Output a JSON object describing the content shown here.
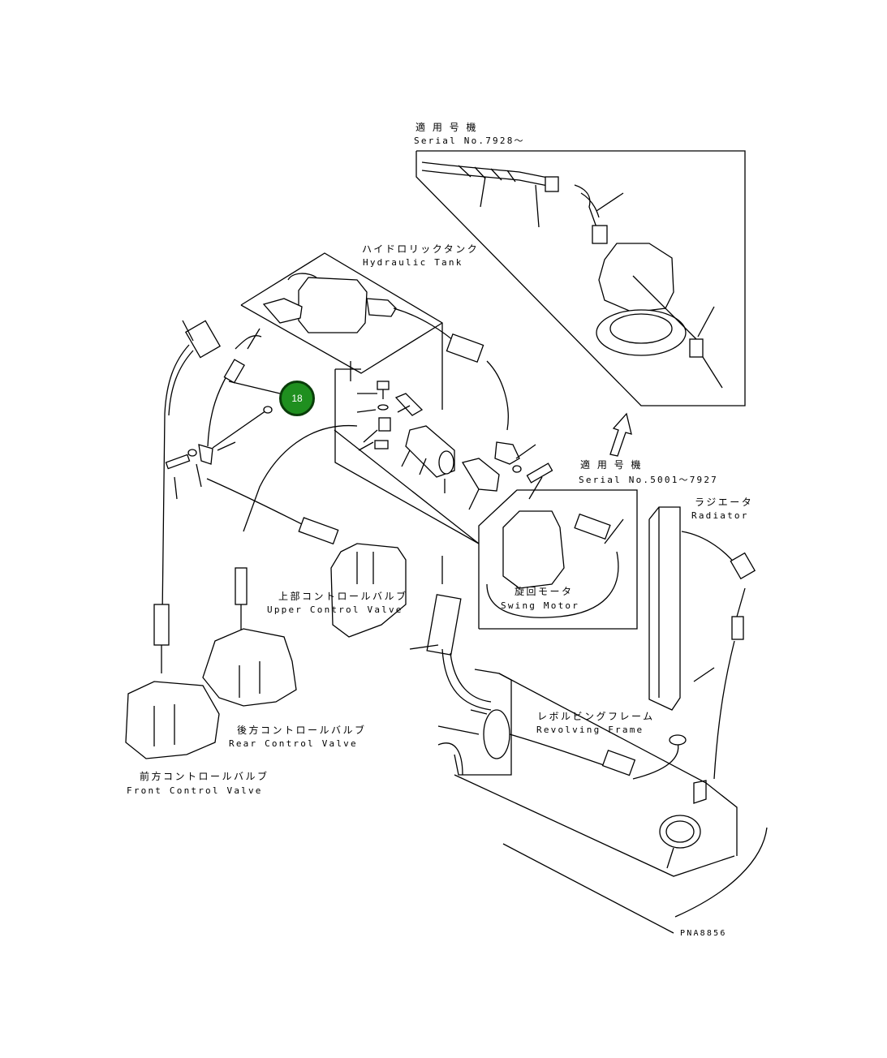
{
  "labels": {
    "applicable_serial_a_jp": "適 用 号 機",
    "applicable_serial_a_en": "Serial No.7928～",
    "hydraulic_tank_jp": "ハイドロリックタンク",
    "hydraulic_tank_en": "Hydraulic Tank",
    "applicable_serial_b_jp": "適 用 号 機",
    "applicable_serial_b_en": "Serial No.5001～7927",
    "radiator_jp": "ラジエータ",
    "radiator_en": "Radiator",
    "upper_control_valve_jp": "上部コントロールバルブ",
    "upper_control_valve_en": "Upper Control Valve",
    "swing_motor_jp": "旋回モータ",
    "swing_motor_en": "Swing Motor",
    "revolving_frame_jp": "レボルビングフレーム",
    "revolving_frame_en": "Revolving Frame",
    "rear_control_valve_jp": "後方コントロールバルブ",
    "rear_control_valve_en": "Rear Control Valve",
    "front_control_valve_jp": "前方コントロールバルブ",
    "front_control_valve_en": "Front Control Valve",
    "drawing_number": "PNA8856"
  },
  "callout": {
    "number": "18",
    "color": "#1f8f1f"
  }
}
